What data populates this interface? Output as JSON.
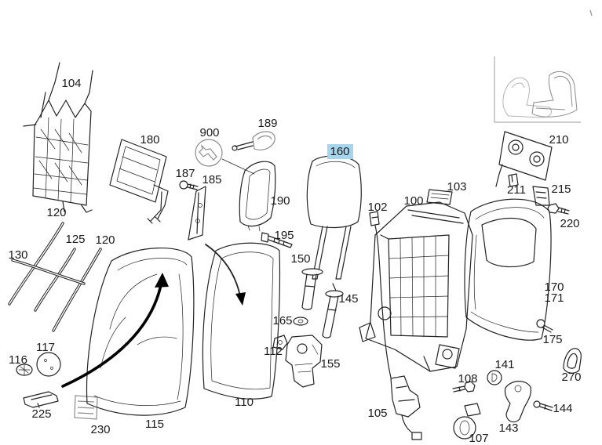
{
  "diagram": {
    "callouts": [
      "104",
      "180",
      "900",
      "189",
      "210",
      "187",
      "185",
      "190",
      "103",
      "211",
      "215",
      "102",
      "100",
      "220",
      "120",
      "125",
      "120",
      "195",
      "130",
      "150",
      "145",
      "170",
      "171",
      "165",
      "175",
      "112",
      "155",
      "141",
      "270",
      "108",
      "117",
      "116",
      "225",
      "230",
      "115",
      "110",
      "105",
      "107",
      "143",
      "144"
    ],
    "highlight": {
      "label": "160",
      "color": "#a6d6ee"
    },
    "line_color": "#222222",
    "inset_color": "#9a9a9a"
  }
}
